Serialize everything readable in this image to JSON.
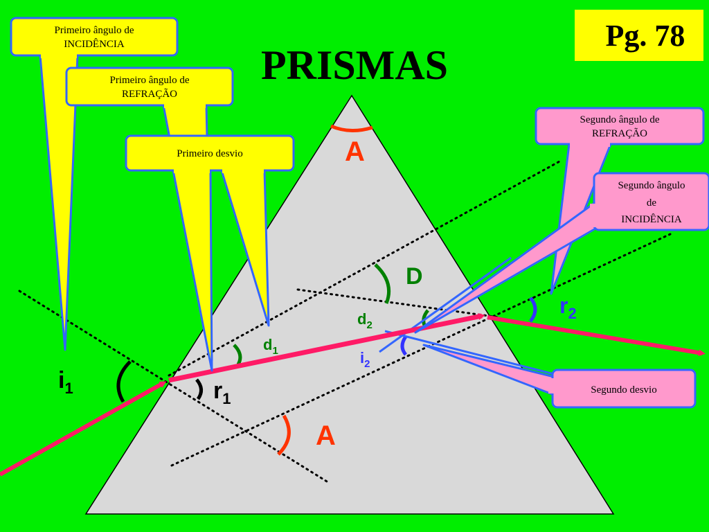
{
  "page": {
    "title": "PRISMAS",
    "page_label": "Pg. 78"
  },
  "callouts": {
    "first_incidence": {
      "line1": "Primeiro ângulo de",
      "line2": "INCIDÊNCIA"
    },
    "first_refraction": {
      "line1": "Primeiro ângulo de",
      "line2": "REFRAÇÃO"
    },
    "first_deviation": {
      "line1": "Primeiro desvio"
    },
    "second_refraction": {
      "line1": "Segundo ângulo de",
      "line2": "REFRAÇÃO"
    },
    "second_incidence": {
      "line1": "Segundo ângulo",
      "line2": "de",
      "line3": "INCIDÊNCIA"
    },
    "second_deviation": {
      "line1": "Segundo desvio"
    }
  },
  "labels": {
    "apex_angle_top": "A",
    "apex_angle_lower": "A",
    "deviation": "D",
    "i1": {
      "base": "i",
      "sub": "1"
    },
    "r1": {
      "base": "r",
      "sub": "1"
    },
    "d1": {
      "base": "d",
      "sub": "1"
    },
    "d2": {
      "base": "d",
      "sub": "2"
    },
    "i2": {
      "base": "i",
      "sub": "2"
    },
    "r2": {
      "base": "r",
      "sub": "2"
    }
  },
  "colors": {
    "background": "#00ee00",
    "prism": "#d9d9d9",
    "ray": "#ff1a66",
    "yellow_callout": "#ffff00",
    "pink_callout": "#ff99cc",
    "callout_border": "#3366ff",
    "angle_green": "#008000",
    "angle_red": "#ff3300",
    "angle_blue": "#3333ff"
  }
}
